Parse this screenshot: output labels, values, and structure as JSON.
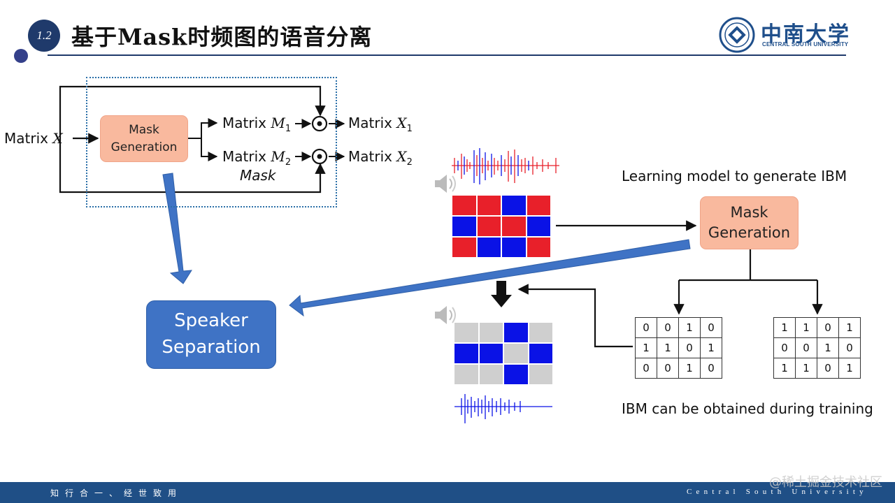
{
  "header": {
    "section_number": "1.2",
    "title": "基于Mask时频图的语音分离",
    "logo_cn": "中南大学",
    "logo_en": "CENTRAL SOUTH UNIVERSITY"
  },
  "footer": {
    "motto": "知行合一、经世致用",
    "university": "Central South University",
    "watermark": "@稀土掘金技术社区"
  },
  "left_diagram": {
    "input_label": "Matrix",
    "input_symbol": "X",
    "mask_box_line1": "Mask",
    "mask_box_line2": "Generation",
    "m1_label": "Matrix",
    "m1_symbol": "M",
    "m1_sub": "1",
    "m2_label": "Matrix",
    "m2_symbol": "M",
    "m2_sub": "2",
    "mask_caption": "Mask",
    "x1_label": "Matrix",
    "x1_symbol": "X",
    "x1_sub": "1",
    "x2_label": "Matrix",
    "x2_symbol": "X",
    "x2_sub": "2",
    "multiply_symbol": "⊙"
  },
  "speaker_box": {
    "line1": "Speaker",
    "line2": "Separation"
  },
  "right_diagram": {
    "learning_caption": "Learning model to generate IBM",
    "mask_box_line1": "Mask",
    "mask_box_line2": "Generation",
    "ibm_caption": "IBM can be obtained during training",
    "mixture_grid": [
      [
        "red",
        "red",
        "blue",
        "red"
      ],
      [
        "blue",
        "red",
        "red",
        "blue"
      ],
      [
        "red",
        "blue",
        "blue",
        "red"
      ]
    ],
    "masked_grid": [
      [
        "gray",
        "gray",
        "blue",
        "gray"
      ],
      [
        "blue",
        "blue",
        "gray",
        "blue"
      ],
      [
        "gray",
        "gray",
        "blue",
        "gray"
      ]
    ],
    "ibm1": [
      [
        "0",
        "0",
        "1",
        "0"
      ],
      [
        "1",
        "1",
        "0",
        "1"
      ],
      [
        "0",
        "0",
        "1",
        "0"
      ]
    ],
    "ibm2": [
      [
        "1",
        "1",
        "0",
        "1"
      ],
      [
        "0",
        "0",
        "1",
        "0"
      ],
      [
        "1",
        "1",
        "0",
        "1"
      ]
    ]
  },
  "colors": {
    "red": "#e8202a",
    "blue": "#0a12e6",
    "gray": "#cfcfcf",
    "accent_blue": "#3f73c5",
    "orange_box": "#f9b99e"
  },
  "icons": [
    "speaker-icon",
    "speaker-icon"
  ]
}
